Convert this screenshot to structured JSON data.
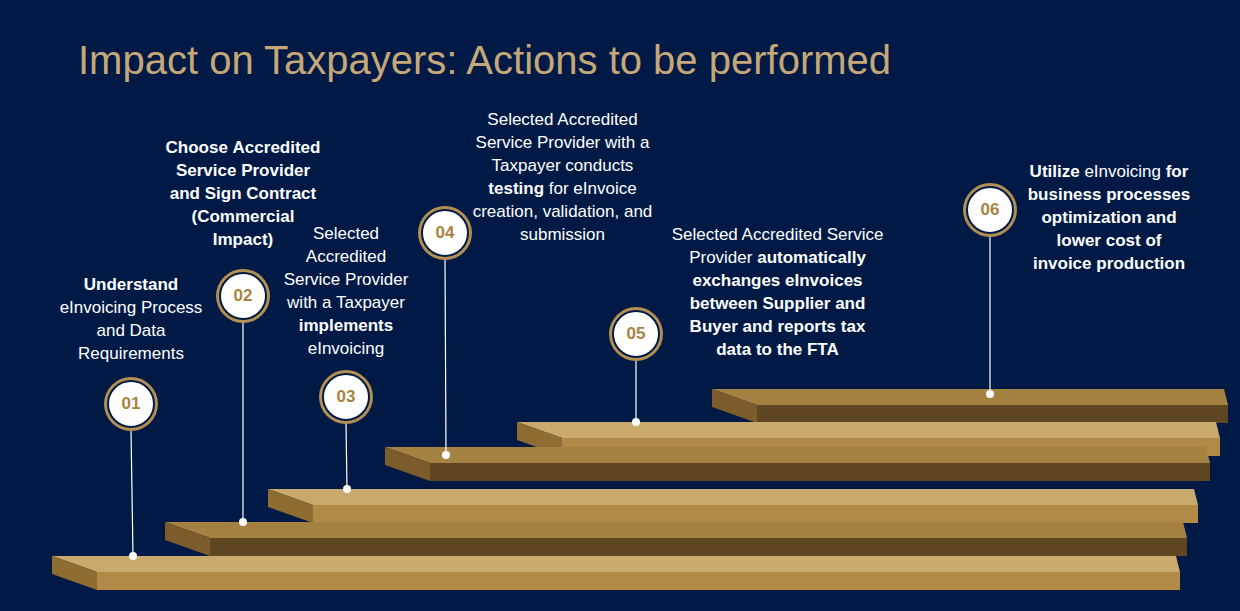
{
  "diagram": {
    "title": "Impact on Taxpayers: Actions to be performed",
    "nodes": [
      {
        "text": [
          "Understand eInvoicing Process and Data Requirements",
          "01"
        ]
      },
      {
        "text": [
          "Choose Accredited Service Provider and Sign Contract (Commercial Impact)",
          "02"
        ]
      },
      {
        "text": [
          "Selected Accredited Service Provider with a Taxpayer implements eInvoicing",
          "03"
        ]
      },
      {
        "text": [
          "Selected Accredited Service Provider with a Taxpayer conducts testing for eInvoice creation, validation, and submission",
          "04"
        ]
      },
      {
        "text": [
          "Selected Accredited Service Provider automatically exchanges eInvoices between Supplier and Buyer and reports tax data to the FTA",
          "05"
        ]
      },
      {
        "text": [
          "Utilize eInvoicing for business processes optimization and lower cost of invoice production",
          "06"
        ]
      }
    ]
  }
}
